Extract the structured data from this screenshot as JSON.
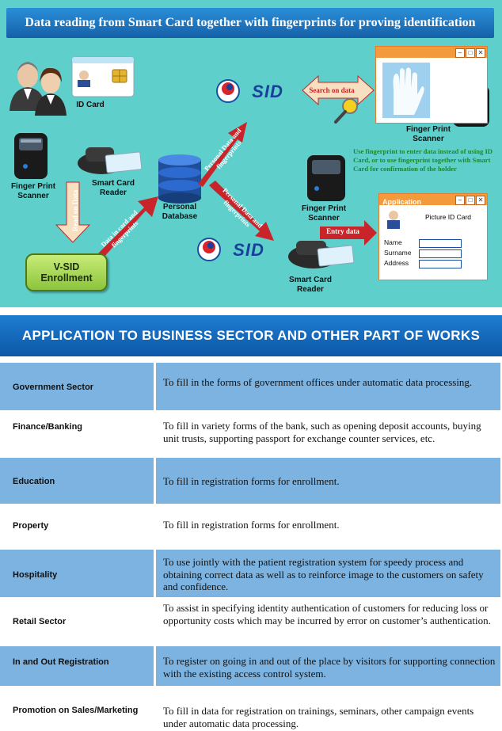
{
  "top": {
    "title": "Data reading from Smart Card together with fingerprints for proving identification",
    "id_card_label": "ID Card",
    "fp_scanner_left": "Finger Print Scanner",
    "smart_card_reader_left": "Smart Card Reader",
    "read_on_data": "Read on Data",
    "data_in_card": "Data in card and fingerprints",
    "personal_database": "Personal Database",
    "personal_data_up": "Personal Data and fingerprints",
    "personal_data_down": "Personal Data and fingerprints",
    "search_on_data": "Search on data",
    "sid_logo": "SID",
    "fp_scanner_right_top": "Finger Print Scanner",
    "green_note": "Use fingerprint to enter data instead of using ID Card, or to use fingerprint together with Smart Card for confirmation of the holder",
    "fp_scanner_right_mid": "Finger Print Scanner",
    "entry_data": "Entry data",
    "smart_card_reader_right": "Smart Card Reader",
    "enrollment": "V-SID Enrollment",
    "application_form": {
      "title": "Application",
      "picture_label": "Picture ID Card",
      "fields": [
        "Name",
        "Surname",
        "Address"
      ]
    }
  },
  "section": {
    "header": "APPLICATION TO BUSINESS SECTOR AND OTHER PART OF WORKS"
  },
  "rows": [
    {
      "sector": "Government Sector",
      "description": "To fill in the forms of government offices under automatic data processing."
    },
    {
      "sector": "Finance/Banking",
      "description": "To fill in variety forms of the bank, such as opening deposit accounts, buying unit trusts, supporting passport for exchange counter services, etc."
    },
    {
      "sector": "Education",
      "description": "To fill in registration forms for enrollment."
    },
    {
      "sector": "Property",
      "description": "To fill in registration forms for enrollment."
    },
    {
      "sector": "Hospitality",
      "description": "To use jointly with the patient registration system for speedy process and obtaining correct data as well as to reinforce image to the customers on safety and confidence."
    },
    {
      "sector": "Retail Sector",
      "description": "To assist in specifying identity authentication of customers for reducing loss or opportunity costs which may be incurred by error on customer’s authentication."
    },
    {
      "sector": "In and Out Registration",
      "description": "To register on going in and out of the place by visitors for supporting connection with the existing access control system."
    },
    {
      "sector": "Promotion on Sales/Marketing",
      "description": "To fill in data for registration on trainings, seminars, other campaign events under automatic data processing."
    }
  ],
  "colors": {
    "top_background": "#5ecfcb",
    "header_blue": "#1560a8",
    "row_blue": "#7cb3e0",
    "arrow_red": "#c8242a",
    "note_green": "#1b8a2a"
  }
}
